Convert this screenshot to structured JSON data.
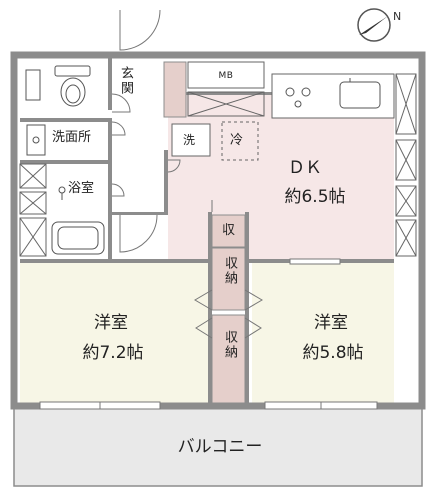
{
  "plan": {
    "compass": {
      "icon": "north-arrow-icon",
      "label": "N"
    },
    "rooms": {
      "entrance": "玄関",
      "mb": "MB",
      "washroom": "洗面所",
      "washer": "洗",
      "fridge": "冷",
      "bath": "浴室",
      "dk_name": "ＤＫ",
      "dk_size": "約6.5帖",
      "storage_small": "収",
      "storage_1": "収納",
      "storage_2": "収納",
      "western_left_name": "洋室",
      "western_left_size": "約7.2帖",
      "western_right_name": "洋室",
      "western_right_size": "約5.8帖",
      "balcony": "バルコニー"
    },
    "colors": {
      "floor_dk": "#f6e7e7",
      "floor_western": "#f7f6e6",
      "floor_wet": "#ffffff",
      "storage": "#e5cfcb",
      "balcony": "#e9e9e9",
      "wall": "#8c8c8c"
    }
  }
}
